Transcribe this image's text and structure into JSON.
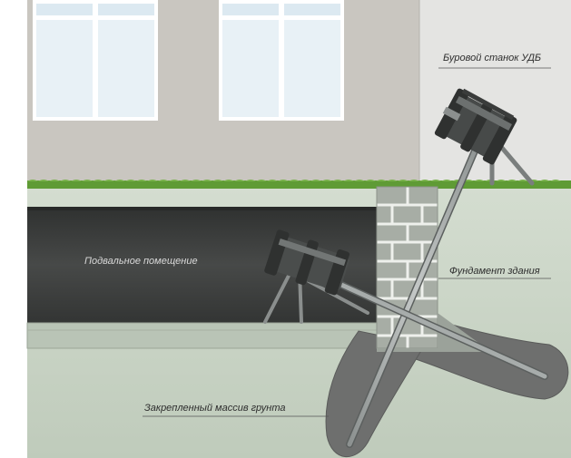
{
  "labels": {
    "drilling_rig": "Буровой станок УДБ",
    "basement": "Подвальное помещение",
    "foundation": "Фундамент здания",
    "reinforced_soil": "Закрепленный массив грунта"
  },
  "colors": {
    "wall": "#c9c6c0",
    "wall_right": "#e3e3e1",
    "grass": "#5f9b35",
    "soil": "#c8d3c3",
    "basement": "#3b3d3c",
    "brick": "#a9aea6",
    "window_glass": "#eef5f9",
    "pile_zone": "#6c6d6c",
    "rod": "#9ea3a2"
  }
}
